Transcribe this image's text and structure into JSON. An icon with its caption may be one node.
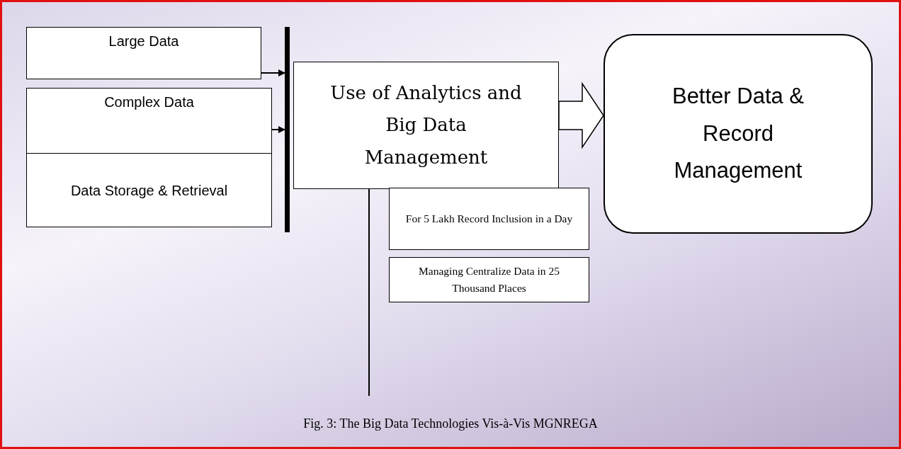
{
  "diagram": {
    "caption": "Fig. 3: The Big Data Technologies Vis-à-Vis MGNREGA",
    "nodes": [
      {
        "text": [
          "Large Data"
        ]
      },
      {
        "text": [
          "Complex Data"
        ]
      },
      {
        "text": [
          "Data Storage & Retrieval"
        ]
      },
      {
        "text": [],
        "shape": "bar"
      },
      {
        "text": [
          "Use of Analytics and Big Data Management"
        ]
      },
      {
        "text": [
          "For 5 Lakh Record Inclusion in a Day"
        ]
      },
      {
        "text": [
          "Managing Centralize Data in 25 Thousand Places"
        ]
      },
      {
        "text": [
          "Better Data & Record Management"
        ]
      }
    ],
    "edges": [
      {
        "from": 0,
        "to": 3,
        "arrow": "to"
      },
      {
        "from": 1,
        "to": 3,
        "arrow": "to"
      },
      {
        "from": 4,
        "to": 7,
        "arrow": "to",
        "style": "thick"
      },
      {
        "from": 4,
        "to": null,
        "arrow": "none"
      }
    ]
  }
}
